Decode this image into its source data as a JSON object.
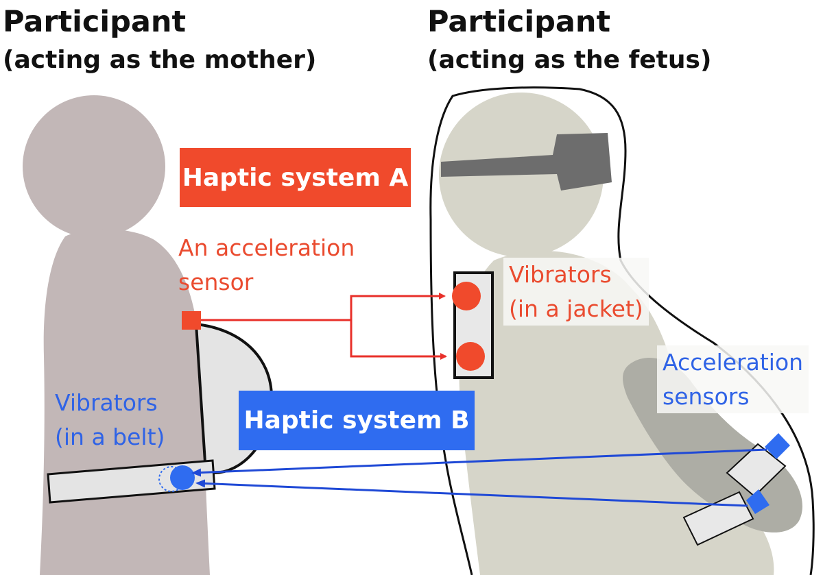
{
  "headings": {
    "mother_title": "Participant",
    "mother_sub": "(acting as the mother)",
    "fetus_title": "Participant",
    "fetus_sub": "(acting as the fetus)"
  },
  "system_a": {
    "label": "Haptic system A",
    "color": "#f04a2c",
    "sensor_label_line1": "An acceleration",
    "sensor_label_line2": "sensor",
    "vibrator_label_line1": "Vibrators",
    "vibrator_label_line2": "(in a jacket)"
  },
  "system_b": {
    "label": "Haptic system B",
    "color": "#2f6cf0",
    "vibrator_label_line1": "Vibrators",
    "vibrator_label_line2": "(in a belt)",
    "sensor_label_line1": "Acceleration",
    "sensor_label_line2": "sensors"
  },
  "colors": {
    "mother_body": "#c2b7b7",
    "fetus_body": "#d6d5c9",
    "fetus_leg": "#adada5",
    "headset": "#6d6d6d",
    "arrow_red": "#e8302a",
    "arrow_blue": "#1f49d6"
  }
}
